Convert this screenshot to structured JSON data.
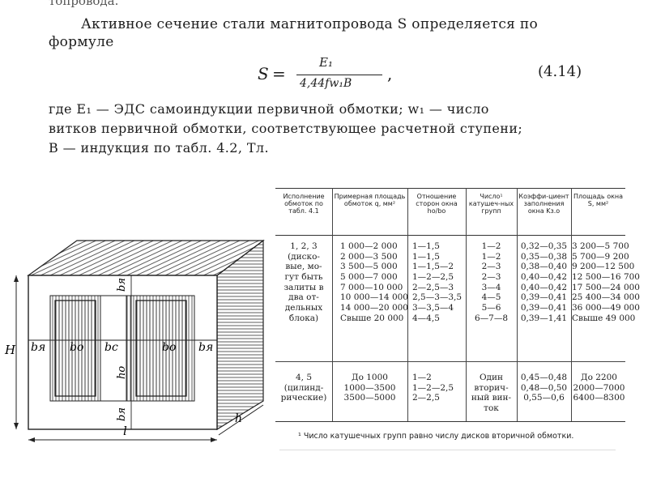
{
  "text": {
    "prev_line": "топровода.",
    "para1": "Активное сечение стали магнитопровода S определяется по",
    "para2": "формуле",
    "eq_number": "(4.14)",
    "where1": "где E₁ — ЭДС самоиндукции первичной обмотки; w₁ — число",
    "where2": "витков первичной обмотки, соответствующее расчетной ступени;",
    "where3": "B — индукция по табл. 4.2, Тл."
  },
  "formula": {
    "lhs": "S",
    "equals": "=",
    "numerator": "E₁",
    "denominator": "4,44fw₁B",
    "comma": ","
  },
  "drawing": {
    "label_H": "H",
    "label_l": "l",
    "label_h": "h",
    "label_by_left": "bя",
    "label_bo_left": "bo",
    "label_bc": "bc",
    "label_bo_right": "bo",
    "label_by_right": "bя",
    "label_by_top": "bя",
    "label_ho": "ho",
    "label_by_bottom": "bя"
  },
  "table": {
    "headers": [
      "Исполнение обмоток по табл. 4.1",
      "Примерная площадь обмоток q, мм²",
      "Отношение сторон окна ho/bo",
      "Число¹ катушеч-ных групп",
      "Коэффи-циент заполнения окна Kз.о",
      "Площадь окна S, мм²"
    ],
    "group1": {
      "execution": [
        "1, 2, 3",
        "(диско-",
        "вые, мо-",
        "гут быть",
        "залиты в",
        "два от-",
        "дельных",
        "блока)"
      ],
      "area": [
        "1 000—2 000",
        "2 000—3 500",
        "3 500—5 000",
        "5 000—7 000",
        "7 000—10 000",
        "10 000—14 000",
        "14 000—20 000",
        "Свыше 20 000"
      ],
      "ratio": [
        "1—1,5",
        "1—1,5",
        "1—1,5—2",
        "1—2—2,5",
        "2—2,5—3",
        "2,5—3—3,5",
        "3—3,5—4",
        "4—4,5"
      ],
      "groups": [
        "1—2",
        "1—2",
        "2—3",
        "2—3",
        "3—4",
        "4—5",
        "5—6",
        "6—7—8"
      ],
      "fill": [
        "0,32—0,35",
        "0,35—0,38",
        "0,38—0,40",
        "0,40—0,42",
        "0,40—0,42",
        "0,39—0,41",
        "0,39—0,41",
        "0,39—1,41"
      ],
      "window": [
        "3 200—5 700",
        "5 700—9 200",
        "9 200—12 500",
        "12 500—16 700",
        "17 500—24 000",
        "25 400—34 000",
        "36 000—49 000",
        "Свыше 49 000"
      ]
    },
    "group2": {
      "execution": [
        "4, 5",
        "(цилинд-",
        "рические)"
      ],
      "area": [
        "До 1000",
        "1000—3500",
        "3500—5000"
      ],
      "ratio": [
        "1—2",
        "1—2—2,5",
        "2—2,5"
      ],
      "groups": [
        "Один",
        "вторич-",
        "ный вин-",
        "ток"
      ],
      "fill": [
        "0,45—0,48",
        "0,48—0,50",
        "0,55—0,6"
      ],
      "window": [
        "До 2200",
        "2000—7000",
        "6400—8300"
      ]
    },
    "footnote": "¹ Число катушечных групп равно числу дисков вторичной обмотки."
  }
}
